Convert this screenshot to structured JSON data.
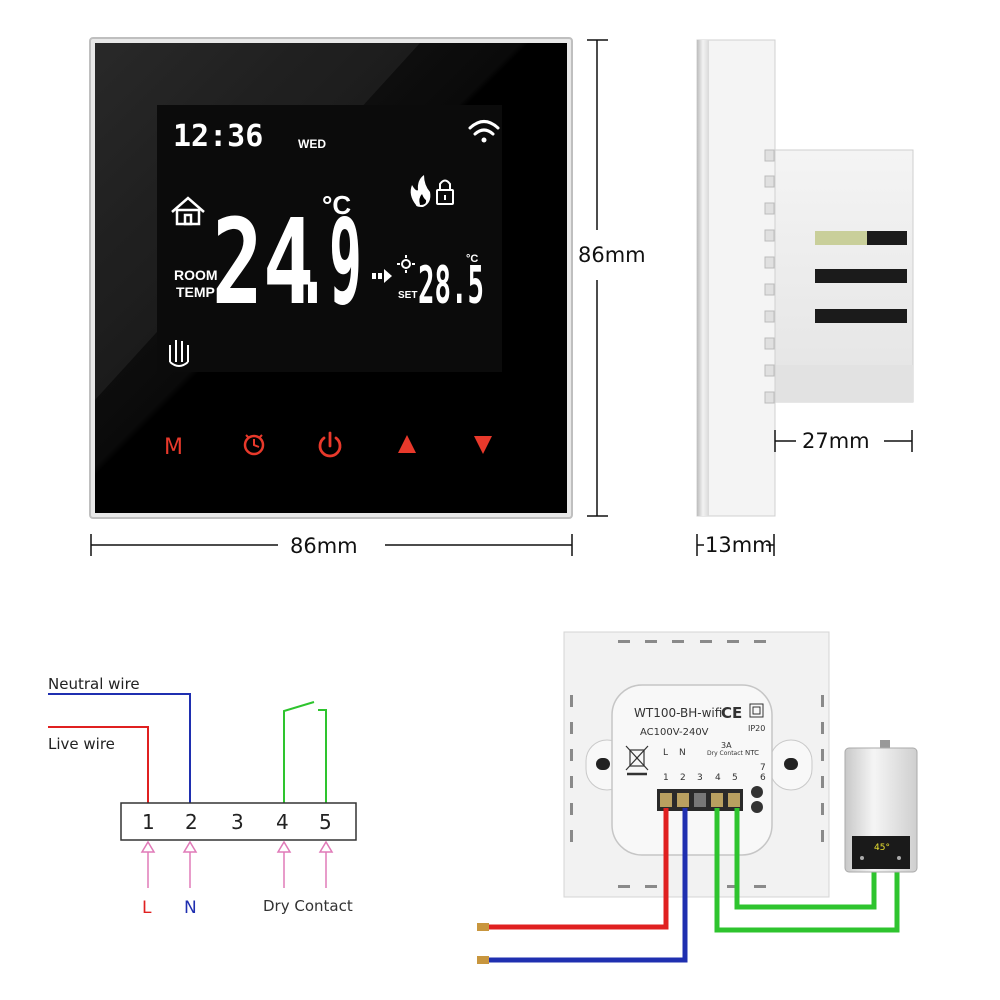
{
  "display": {
    "time": "12:36",
    "day": "WED",
    "room_temp_int": "24",
    "room_temp_dec": ".9",
    "temp_unit": "°C",
    "room_label_1": "ROOM",
    "room_label_2": "TEMP",
    "set_label": "SET",
    "set_temp": "28.5",
    "set_unit": "°C"
  },
  "buttons": {
    "mode": "M"
  },
  "dimensions": {
    "width": "86mm",
    "height": "86mm",
    "depth_total": "27mm",
    "depth_panel": "13mm"
  },
  "wiring": {
    "neutral_label": "Neutral wire",
    "live_label": "Live wire",
    "terminals": [
      "1",
      "2",
      "3",
      "4",
      "5"
    ],
    "label_l": "L",
    "label_n": "N",
    "label_dry": "Dry Contact",
    "colors": {
      "neutral": "#1f2fb0",
      "live": "#e02020",
      "dry": "#2ec42e",
      "arrow": "#e07ab8"
    }
  },
  "back_module": {
    "model": "WT100-BH-wifi",
    "ce_mark": "CE",
    "voltage": "AC100V-240V",
    "ip_rating": "IP20",
    "current": "3A",
    "dry_contact": "Dry Contact",
    "ntc": "NTC",
    "l": "L",
    "n": "N",
    "pins": [
      "1",
      "2",
      "3",
      "4",
      "5",
      "6",
      "7"
    ],
    "heater_display": "45°"
  },
  "accent_colors": {
    "button_red": "#e8392b",
    "panel_black": "#050505"
  }
}
